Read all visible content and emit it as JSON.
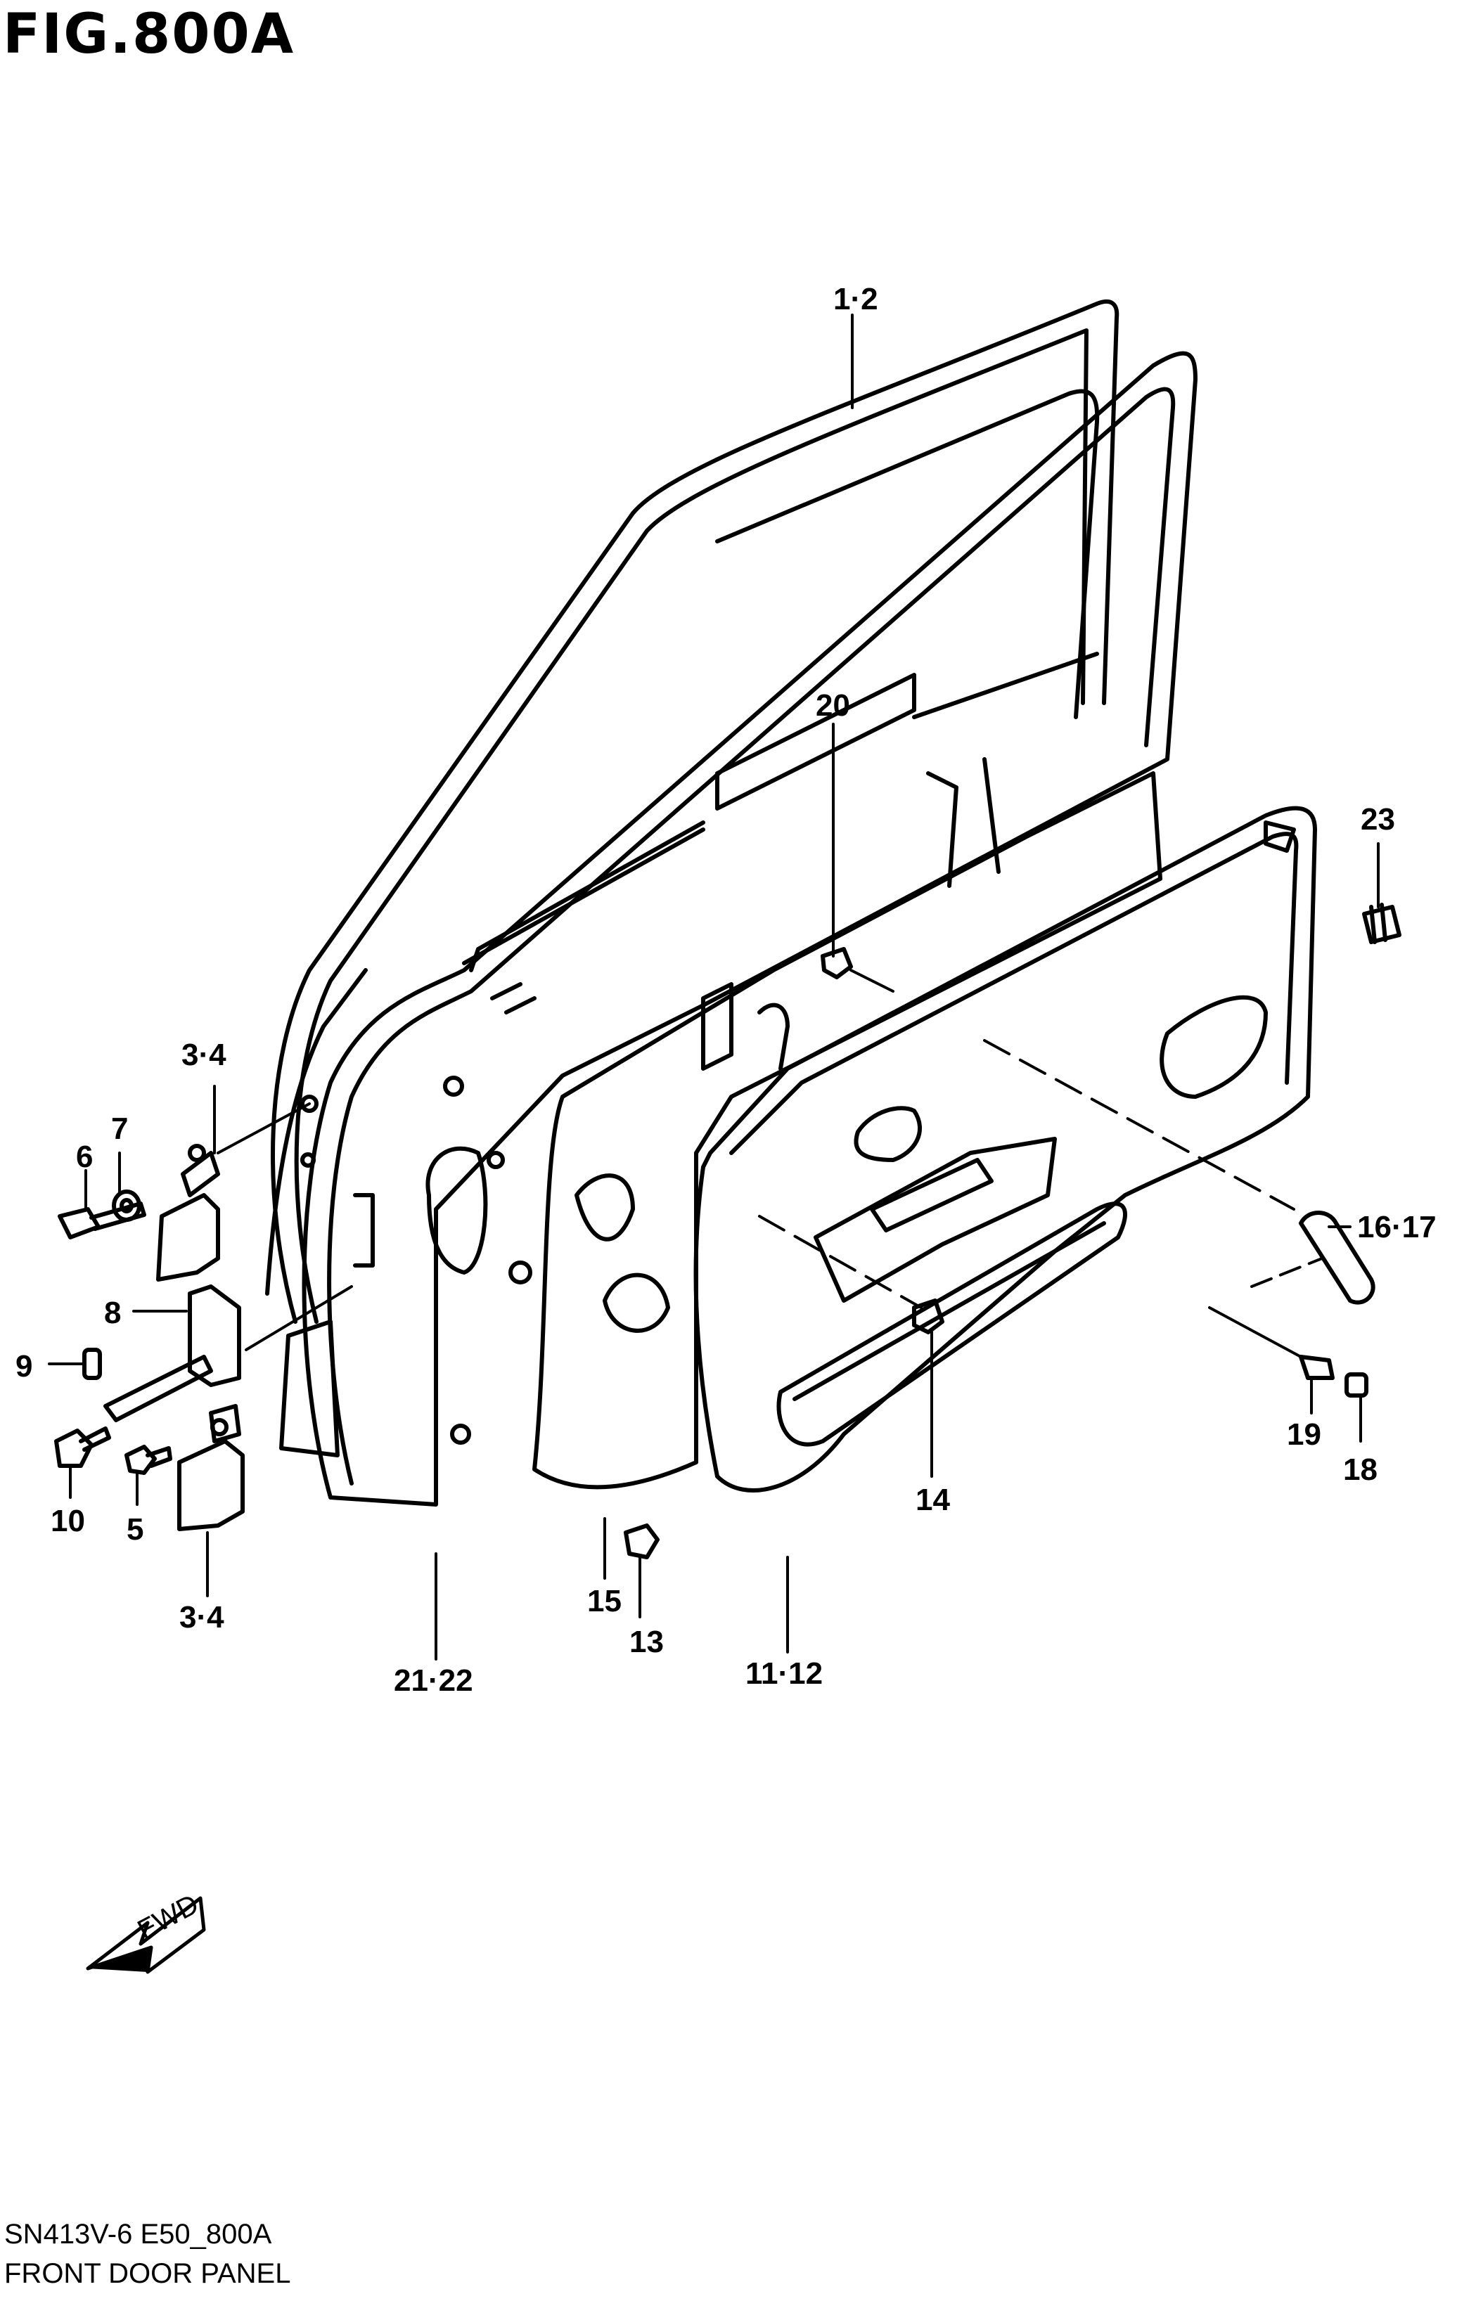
{
  "figure": {
    "title": "FIG.800A"
  },
  "footer": {
    "code": "SN413V-6 E50_800A",
    "name": "FRONT DOOR PANEL"
  },
  "direction_arrow": {
    "text": "FWD"
  },
  "callouts": {
    "c1_2": "1·2",
    "c20": "20",
    "c23": "23",
    "c3_4_top": "3·4",
    "c7": "7",
    "c6": "6",
    "c16_17": "16·17",
    "c8": "8",
    "c9": "9",
    "c19": "19",
    "c18": "18",
    "c10": "10",
    "c5": "5",
    "c14": "14",
    "c3_4_bottom": "3·4",
    "c15": "15",
    "c13": "13",
    "c21_22": "21·22",
    "c11_12": "11·12"
  }
}
